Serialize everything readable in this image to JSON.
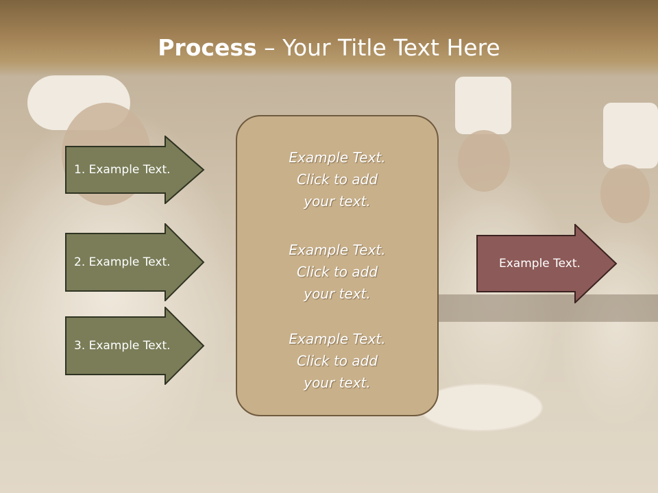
{
  "slide": {
    "title_bold": "Process",
    "title_rest": " – Your Title Text Here",
    "steps": [
      {
        "label": "1. Example Text."
      },
      {
        "label": "2. Example Text."
      },
      {
        "label": "3. Example Text."
      }
    ],
    "center_paragraphs": [
      {
        "line1": "Example Text.",
        "line2": "Click  to add",
        "line3": "your text."
      },
      {
        "line1": "Example Text.",
        "line2": "Click  to add",
        "line3": "your text."
      },
      {
        "line1": "Example Text.",
        "line2": "Click  to add",
        "line3": "your text."
      }
    ],
    "output_label": "Example Text."
  },
  "colors": {
    "step_arrow_fill": "#7a7d58",
    "output_arrow_fill": "#8c5a58",
    "center_box_fill": "#c8b08a",
    "title_bar": "#a08054"
  }
}
